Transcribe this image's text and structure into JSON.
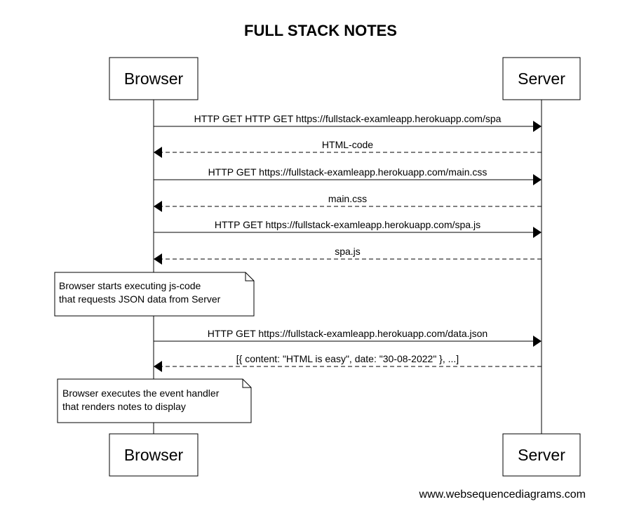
{
  "title": "FULL STACK NOTES",
  "participants": {
    "browser": "Browser",
    "server": "Server"
  },
  "messages": [
    {
      "from": "browser",
      "to": "server",
      "style": "solid",
      "label": "HTTP GET HTTP GET https://fullstack-examleapp.herokuapp.com/spa"
    },
    {
      "from": "server",
      "to": "browser",
      "style": "dashed",
      "label": "HTML-code"
    },
    {
      "from": "browser",
      "to": "server",
      "style": "solid",
      "label": "HTTP GET https://fullstack-examleapp.herokuapp.com/main.css"
    },
    {
      "from": "server",
      "to": "browser",
      "style": "dashed",
      "label": "main.css"
    },
    {
      "from": "browser",
      "to": "server",
      "style": "solid",
      "label": "HTTP GET https://fullstack-examleapp.herokuapp.com/spa.js"
    },
    {
      "from": "server",
      "to": "browser",
      "style": "dashed",
      "label": "spa.js"
    },
    {
      "from": "browser",
      "to": "server",
      "style": "solid",
      "label": "HTTP GET https://fullstack-examleapp.herokuapp.com/data.json"
    },
    {
      "from": "server",
      "to": "browser",
      "style": "dashed",
      "label": "[{ content: \"HTML is easy\", date: \"30-08-2022\" }, ...]"
    }
  ],
  "notes": [
    {
      "over": "browser",
      "lines": [
        "Browser starts executing js-code",
        "that requests JSON data from Server"
      ]
    },
    {
      "over": "browser",
      "lines": [
        "Browser executes the event handler",
        "that renders notes to display"
      ]
    }
  ],
  "footer": "www.websequencediagrams.com"
}
